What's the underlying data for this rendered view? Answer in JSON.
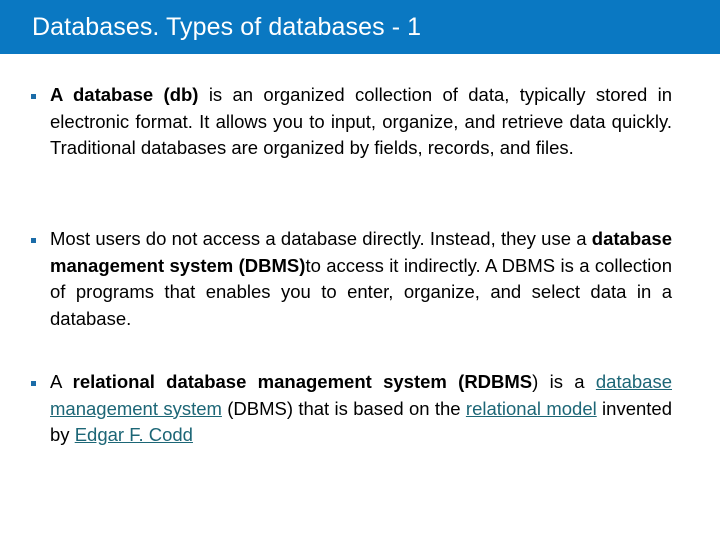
{
  "slide": {
    "title": "Databases. Types of databases - 1",
    "title_bar_color": "#0a78c2",
    "background_color": "#ffffff",
    "bullet_color": "#1b6ca8",
    "link_color": "#1c6676",
    "text_color": "#000000"
  },
  "bullets": [
    {
      "id": "bullet-1",
      "bold_lead": "A database (db)",
      "rest": " is an organized collection of data, typically stored in electronic format. It allows you to input, organize, and retrieve data quickly. Traditional databases are organized by fields, records, and files.",
      "full_text": "A database (db) is an organized collection of data, typically stored in electronic format. It allows you to input, organize, and retrieve data quickly. Traditional databases are organized by fields, records, and files."
    },
    {
      "id": "bullet-2",
      "lead": "Most users do not access a database directly. Instead, they use a ",
      "bold_mid": "database management system (DBMS)",
      "tail": "to access it indirectly. A DBMS is a collection of programs that enables you to enter, organize, and select data in a database.",
      "full_text": "Most users do not access a database directly. Instead, they use a database management system (DBMS)to access it indirectly. A DBMS is a collection of programs that enables you to enter, organize, and select data in a database."
    },
    {
      "id": "bullet-3",
      "seg_a": "A ",
      "bold_a": "relational database management system",
      "space_a": " ",
      "bold_paren_open": "(RDBMS",
      "paren_close": ")",
      "seg_b": " is a ",
      "link_1": "database management system",
      "seg_c": " (DBMS) that is based on the ",
      "link_2": "relational model",
      "seg_d": " invented by ",
      "link_3": "Edgar F. Codd",
      "full_text": "A relational database management system (RDBMS) is a database management system (DBMS) that is based on the relational model invented by Edgar F. Codd"
    }
  ]
}
